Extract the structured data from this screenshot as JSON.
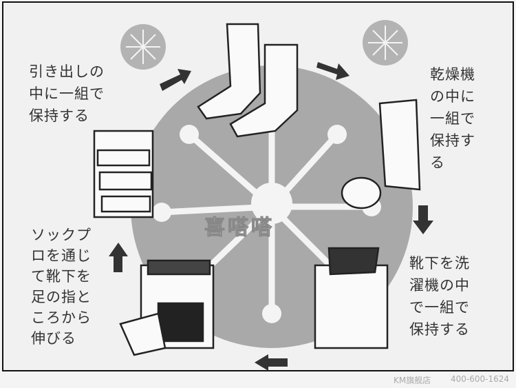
{
  "captions": {
    "drawer": [
      "引き出しの",
      "中に一組で",
      "保持する"
    ],
    "dryer": [
      "乾燥機",
      "の中に",
      "一組で",
      "保持す",
      "る"
    ],
    "washer": [
      "靴下を洗",
      "濯機の中",
      "で一組で",
      "保持する"
    ],
    "sockpro": [
      "ソックプ",
      "ロを通じ",
      "て靴下を",
      "足の指と",
      "ころから",
      "伸びる"
    ]
  },
  "watermark": "喜嗒嗒",
  "footer": {
    "shop": "KM旗舰店",
    "phone": "400-600-1624"
  },
  "colors": {
    "circle": "#a9a9a9",
    "arrow": "#333333",
    "text": "#333333"
  }
}
